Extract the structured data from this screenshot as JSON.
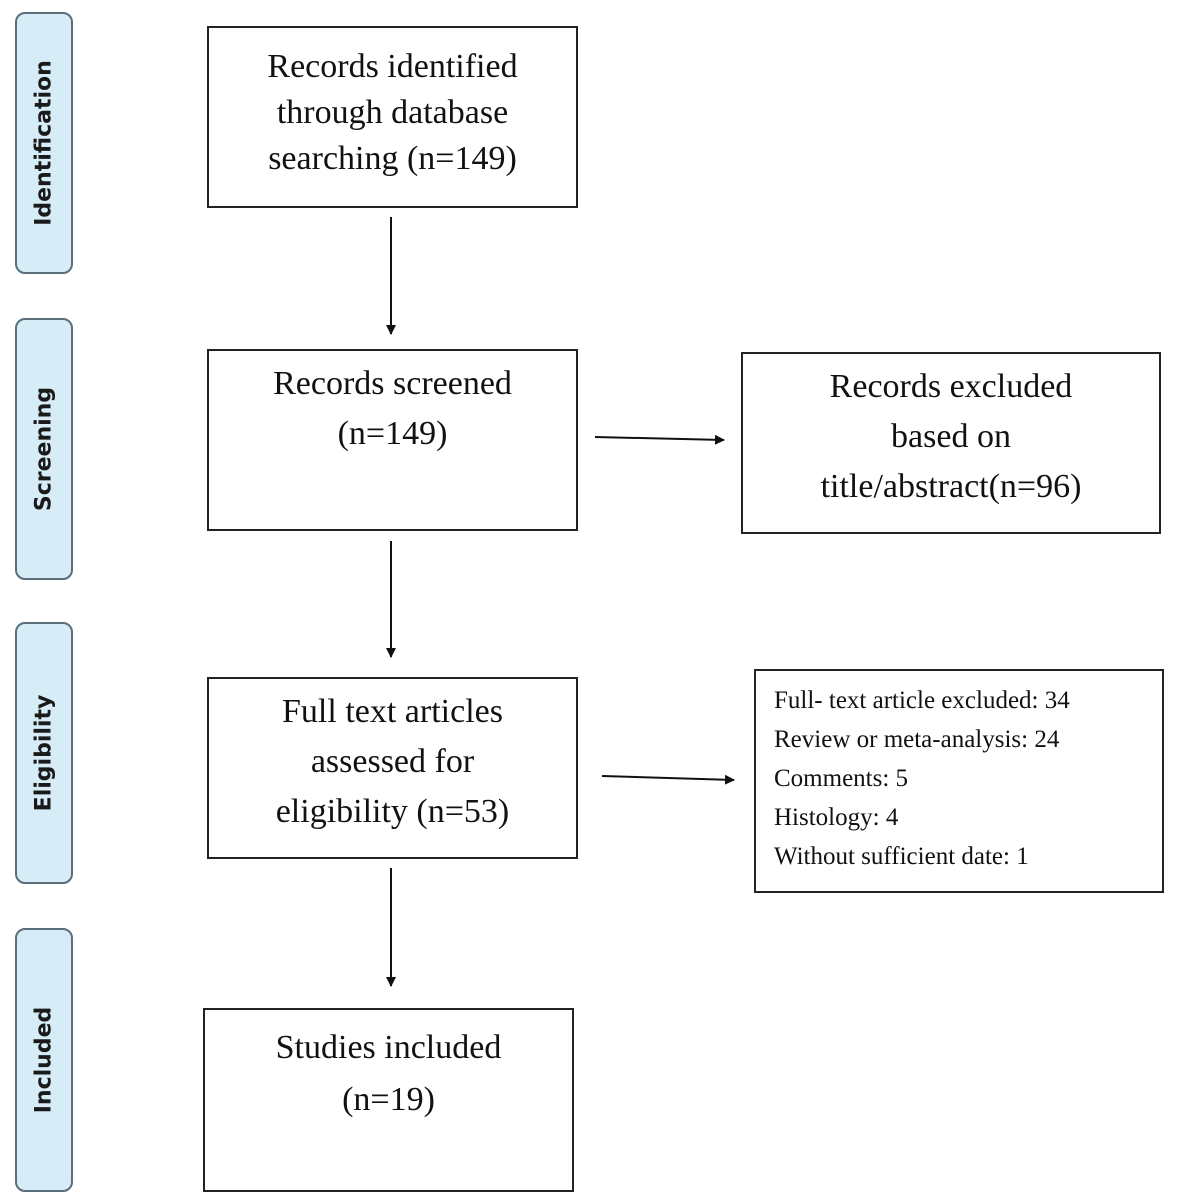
{
  "stages": {
    "identification": "Identification",
    "screening": "Screening",
    "eligibility": "Eligibility",
    "included": "Included"
  },
  "boxes": {
    "identified": [
      "Records identified",
      "through database",
      "searching (n=149)"
    ],
    "screened": [
      "Records screened",
      "(n=149)"
    ],
    "excluded_title": [
      "Records excluded",
      "based on",
      "title/abstract(n=96)"
    ],
    "full_text": [
      "Full text articles",
      "assessed for",
      "eligibility (n=53)"
    ],
    "excluded_full": [
      "Full- text article excluded: 34",
      "Review or meta-analysis: 24",
      "Comments: 5",
      "Histology: 4",
      "Without sufficient date: 1"
    ],
    "included": [
      "Studies included",
      "(n=19)"
    ]
  },
  "colors": {
    "stage_fill": "#d6ecf7",
    "stage_border": "#5a6f7a",
    "box_border": "#222222",
    "arrow": "#111111"
  }
}
